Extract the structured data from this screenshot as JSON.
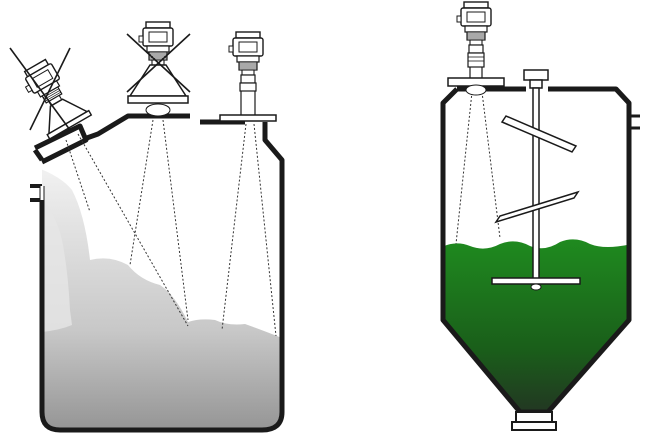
{
  "diagram": {
    "left_silo": {
      "content": "bulk-solid-powder",
      "sensors": [
        {
          "mount": "tilted-nozzle",
          "status": "incorrect",
          "icon": "cross-mark-icon"
        },
        {
          "mount": "wide-flange-center",
          "status": "incorrect",
          "icon": "cross-mark-icon"
        },
        {
          "mount": "small-flange-right",
          "status": "correct"
        }
      ]
    },
    "right_tank": {
      "content": "liquid",
      "liquid_color": "#1e6b1e",
      "fill_level": 0.55,
      "has_agitator": true,
      "sensors": [
        {
          "mount": "flange-left",
          "status": "correct"
        }
      ]
    },
    "colors": {
      "outline": "#1a1a1a",
      "powder_light": "#f0f0f0",
      "powder_dark": "#9a9a9a",
      "liquid_top": "#1e7a1e",
      "liquid_bottom": "#2a2a2a"
    }
  }
}
